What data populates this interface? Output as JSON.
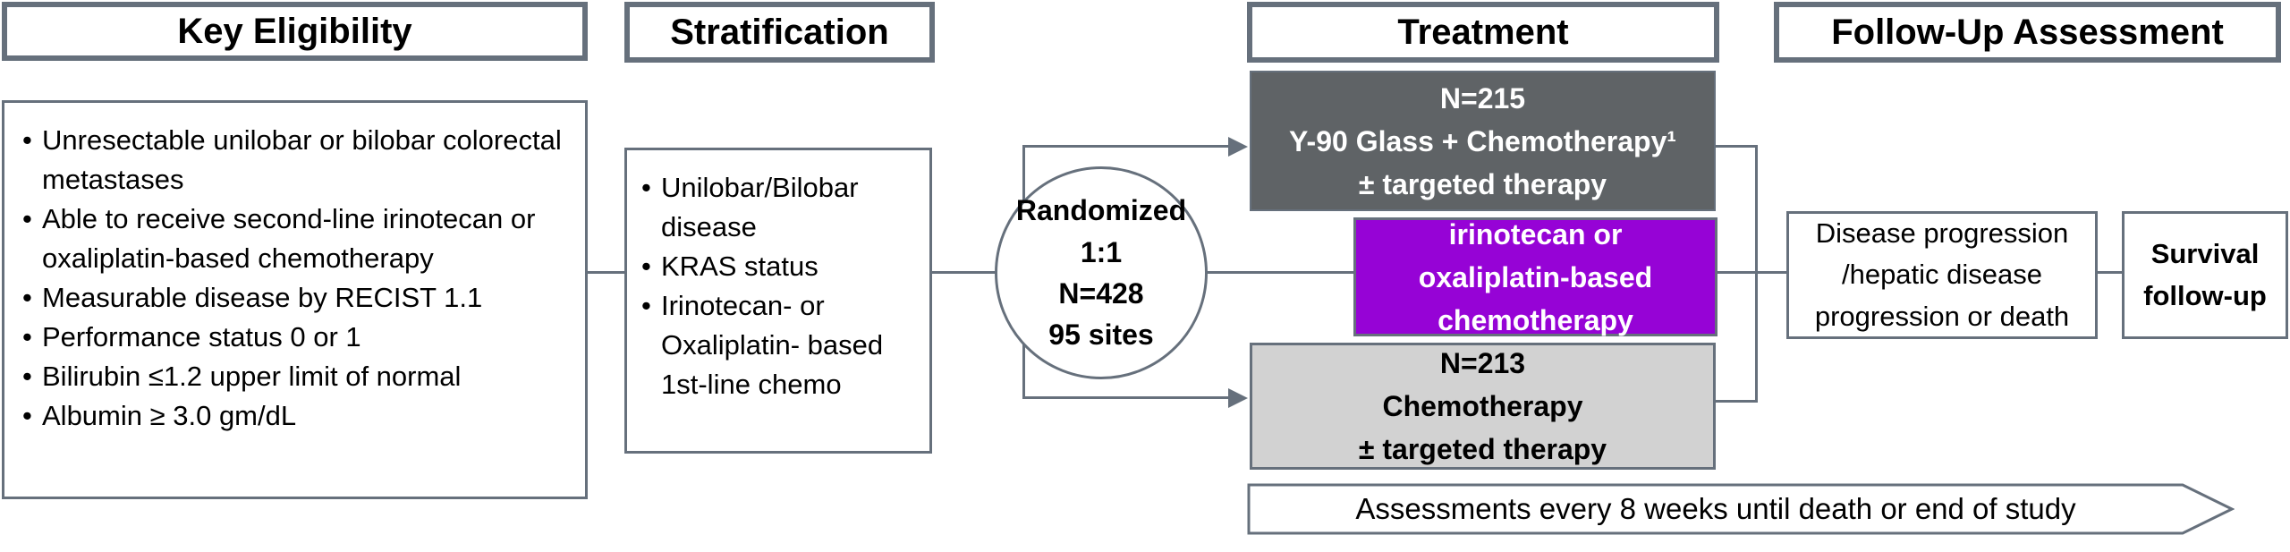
{
  "colors": {
    "outline_gray": "#66707c",
    "arm1_fill": "#5F6366",
    "arm_mid_fill": "#9603D6",
    "arm2_fill": "#D2D2D2",
    "background": "#ffffff"
  },
  "headers": {
    "eligibility": "Key Eligibility",
    "stratification": "Stratification",
    "treatment": "Treatment",
    "followup": "Follow-Up Assessment"
  },
  "eligibility": {
    "items": [
      "Unresectable unilobar or bilobar colorectal metastases",
      "Able to receive second-line irinotecan or oxaliplatin-based chemotherapy",
      "Measurable disease by RECIST 1.1",
      "Performance status 0 or 1",
      "Bilirubin ≤1.2 upper limit of normal",
      "Albumin ≥ 3.0 gm/dL"
    ]
  },
  "stratification": {
    "items": [
      "Unilobar/Bilobar disease",
      "KRAS status",
      "Irinotecan- or Oxaliplatin- based 1st-line chemo"
    ]
  },
  "randomization": {
    "line1": "Randomized 1:1",
    "line2": "N=428",
    "line3": "95 sites"
  },
  "treatment": {
    "arm1": {
      "line1": "N=215",
      "line2": "Y-90 Glass + Chemotherapy¹",
      "line3": "± targeted therapy"
    },
    "arm_mid": {
      "line1": "irinotecan or",
      "line2": "oxaliplatin-based",
      "line3": "chemotherapy"
    },
    "arm2": {
      "line1": "N=213",
      "line2": "Chemotherapy",
      "line3": "± targeted therapy"
    }
  },
  "followup": {
    "progression": "Disease progression /hepatic disease progression or death",
    "survival": "Survival follow-up"
  },
  "banner": {
    "label": "Assessments every 8 weeks until death or end of study"
  }
}
